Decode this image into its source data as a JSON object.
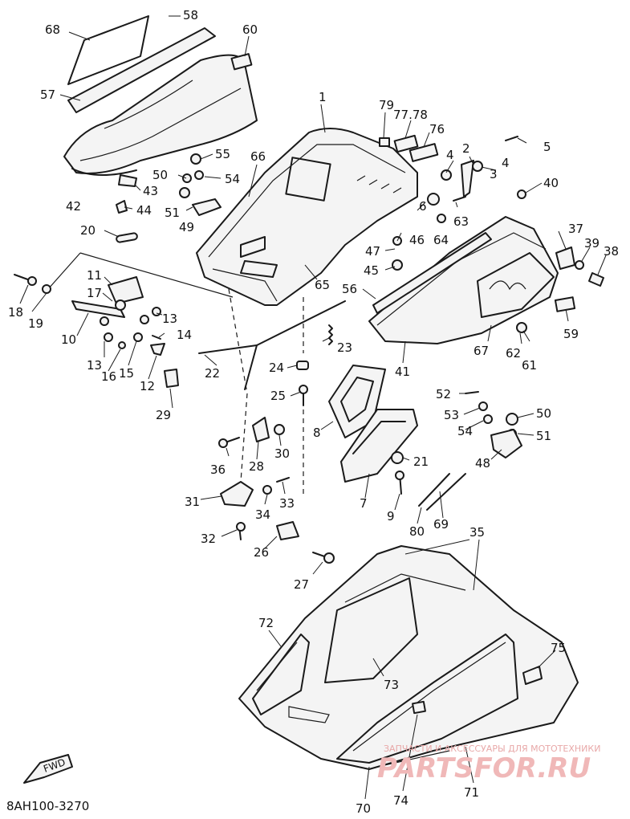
{
  "diagram_code": "8AH100-3270",
  "fwd_label": "FWD",
  "watermark": {
    "line1": "ЗАПЧАСТИ И АКСЕССУАРЫ ДЛЯ МОТОТЕХНИКИ",
    "line2": "PARTSFOR.RU"
  },
  "callouts": {
    "c1": "1",
    "c2": "2",
    "c3": "3",
    "c4a": "4",
    "c4b": "4",
    "c5": "5",
    "c6": "6",
    "c7": "7",
    "c8": "8",
    "c9": "9",
    "c10": "10",
    "c11": "11",
    "c12": "12",
    "c13a": "13",
    "c13b": "13",
    "c14": "14",
    "c15": "15",
    "c16": "16",
    "c17": "17",
    "c18": "18",
    "c19": "19",
    "c20": "20",
    "c21": "21",
    "c22": "22",
    "c23": "23",
    "c24": "24",
    "c25": "25",
    "c26": "26",
    "c27": "27",
    "c28": "28",
    "c29": "29",
    "c30": "30",
    "c31": "31",
    "c32": "32",
    "c33": "33",
    "c34": "34",
    "c35": "35",
    "c36": "36",
    "c37": "37",
    "c38": "38",
    "c39": "39",
    "c40": "40",
    "c41": "41",
    "c42": "42",
    "c43": "43",
    "c44": "44",
    "c45": "45",
    "c46": "46",
    "c47": "47",
    "c48": "48",
    "c49": "49",
    "c50a": "50",
    "c50b": "50",
    "c51a": "51",
    "c51b": "51",
    "c52": "52",
    "c53": "53",
    "c54a": "54",
    "c54b": "54",
    "c55": "55",
    "c56": "56",
    "c57": "57",
    "c58": "58",
    "c59": "59",
    "c60": "60",
    "c61": "61",
    "c62": "62",
    "c63": "63",
    "c64": "64",
    "c65": "65",
    "c66": "66",
    "c67": "67",
    "c68": "68",
    "c69": "69",
    "c70": "70",
    "c71": "71",
    "c72": "72",
    "c73": "73",
    "c74": "74",
    "c75": "75",
    "c76": "76",
    "c7778": "77.78",
    "c79": "79",
    "c80": "80"
  }
}
